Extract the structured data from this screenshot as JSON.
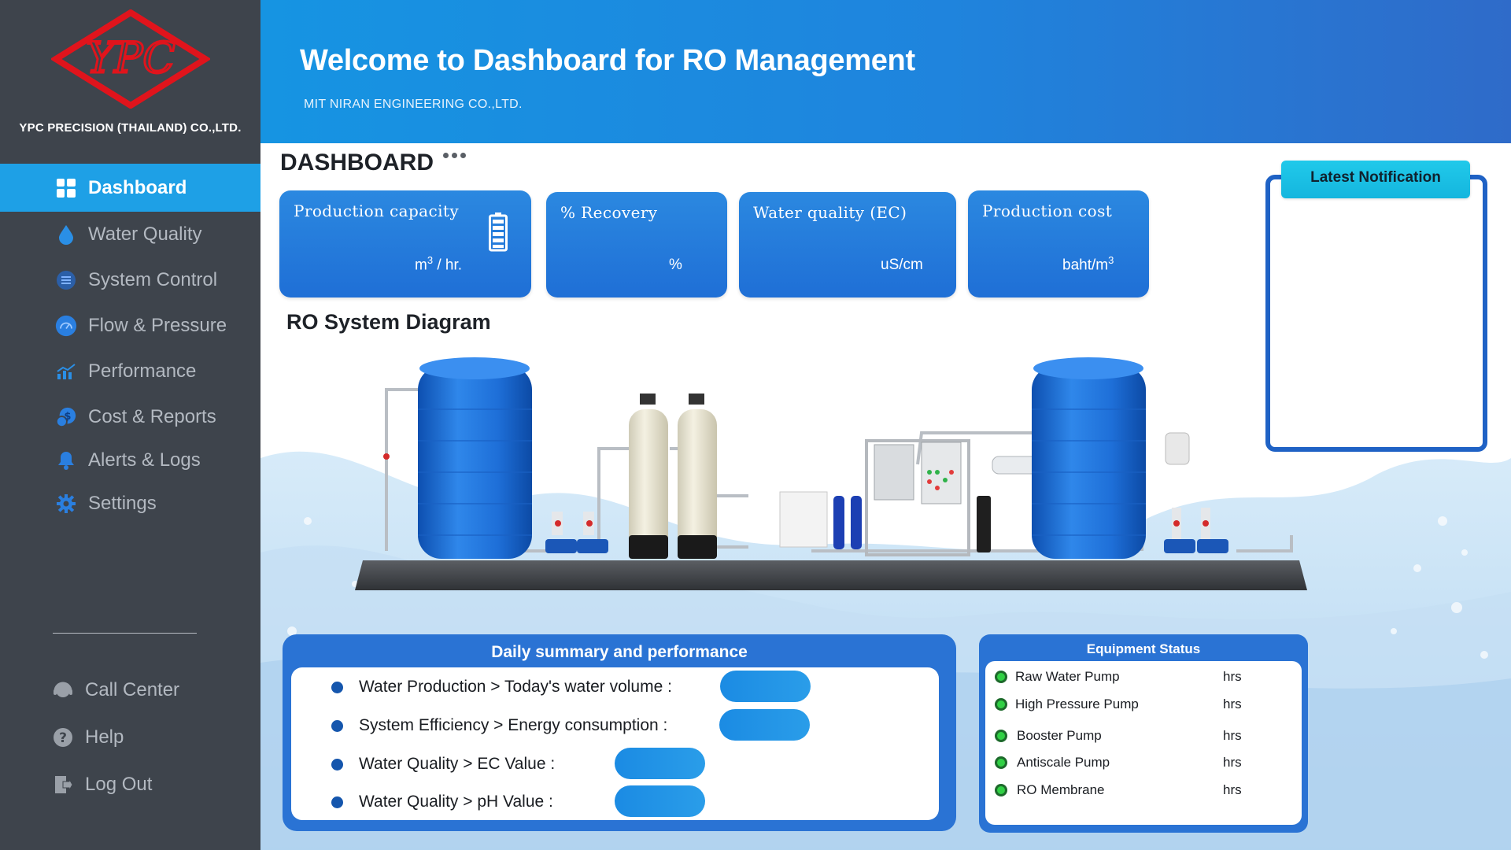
{
  "company": {
    "name": "YPC PRECISION (THAILAND) CO.,LTD.",
    "logo_text": "YPC"
  },
  "sidebar": {
    "items": [
      {
        "label": "Dashboard",
        "icon": "grid-icon",
        "active": true
      },
      {
        "label": "Water Quality",
        "icon": "water-drop-icon"
      },
      {
        "label": "System Control",
        "icon": "control-icon"
      },
      {
        "label": "Flow & Pressure",
        "icon": "gauge-icon"
      },
      {
        "label": "Performance",
        "icon": "chart-icon"
      },
      {
        "label": "Cost & Reports",
        "icon": "coin-icon"
      },
      {
        "label": "Alerts & Logs",
        "icon": "bell-icon"
      },
      {
        "label": "Settings",
        "icon": "gear-icon"
      }
    ],
    "bottom_items": [
      {
        "label": "Call Center",
        "icon": "headset-icon"
      },
      {
        "label": "Help",
        "icon": "help-icon"
      },
      {
        "label": "Log Out",
        "icon": "logout-icon"
      }
    ]
  },
  "header": {
    "title": "Welcome to  Dashboard for RO Management",
    "subtitle": "MIT NIRAN ENGINEERING  CO.,LTD."
  },
  "main": {
    "page_title": "DASHBOARD",
    "cards": [
      {
        "title": "Production capacity",
        "unit": "m",
        "unit_sup": "3",
        "unit_tail": "/  hr."
      },
      {
        "title": "% Recovery",
        "unit": "%",
        "unit_sup": "",
        "unit_tail": ""
      },
      {
        "title": "Water quality  (EC)",
        "unit": "uS/cm",
        "unit_sup": "",
        "unit_tail": ""
      },
      {
        "title": "Production cost",
        "unit": "baht/m",
        "unit_sup": "3",
        "unit_tail": ""
      }
    ],
    "diagram_title": "RO System Diagram",
    "notification": {
      "title": "Latest Notification"
    },
    "summary": {
      "title": "Daily summary and performance",
      "rows": [
        {
          "text": "Water Production  >  Today's water volume :"
        },
        {
          "text": "System Efficiency   >  Energy consumption :"
        },
        {
          "text": "Water Quality  >  EC Value   :"
        },
        {
          "text": "Water Quality  >  pH Value   :"
        }
      ]
    },
    "equipment": {
      "title": "Equipment Status",
      "rows": [
        {
          "name": "Raw Water Pump",
          "unit": "hrs"
        },
        {
          "name": "High Pressure Pump",
          "unit": "hrs"
        },
        {
          "name": "Booster Pump",
          "unit": "hrs"
        },
        {
          "name": "Antiscale Pump",
          "unit": "hrs"
        },
        {
          "name": "RO Membrane",
          "unit": "hrs"
        }
      ]
    }
  },
  "colors": {
    "sidebar": "#3e444c",
    "accent": "#1ea0e6",
    "header": "#1f84dd",
    "panel": "#2a73d4",
    "logo": "#e0141c",
    "status_ok": "#31d045"
  }
}
